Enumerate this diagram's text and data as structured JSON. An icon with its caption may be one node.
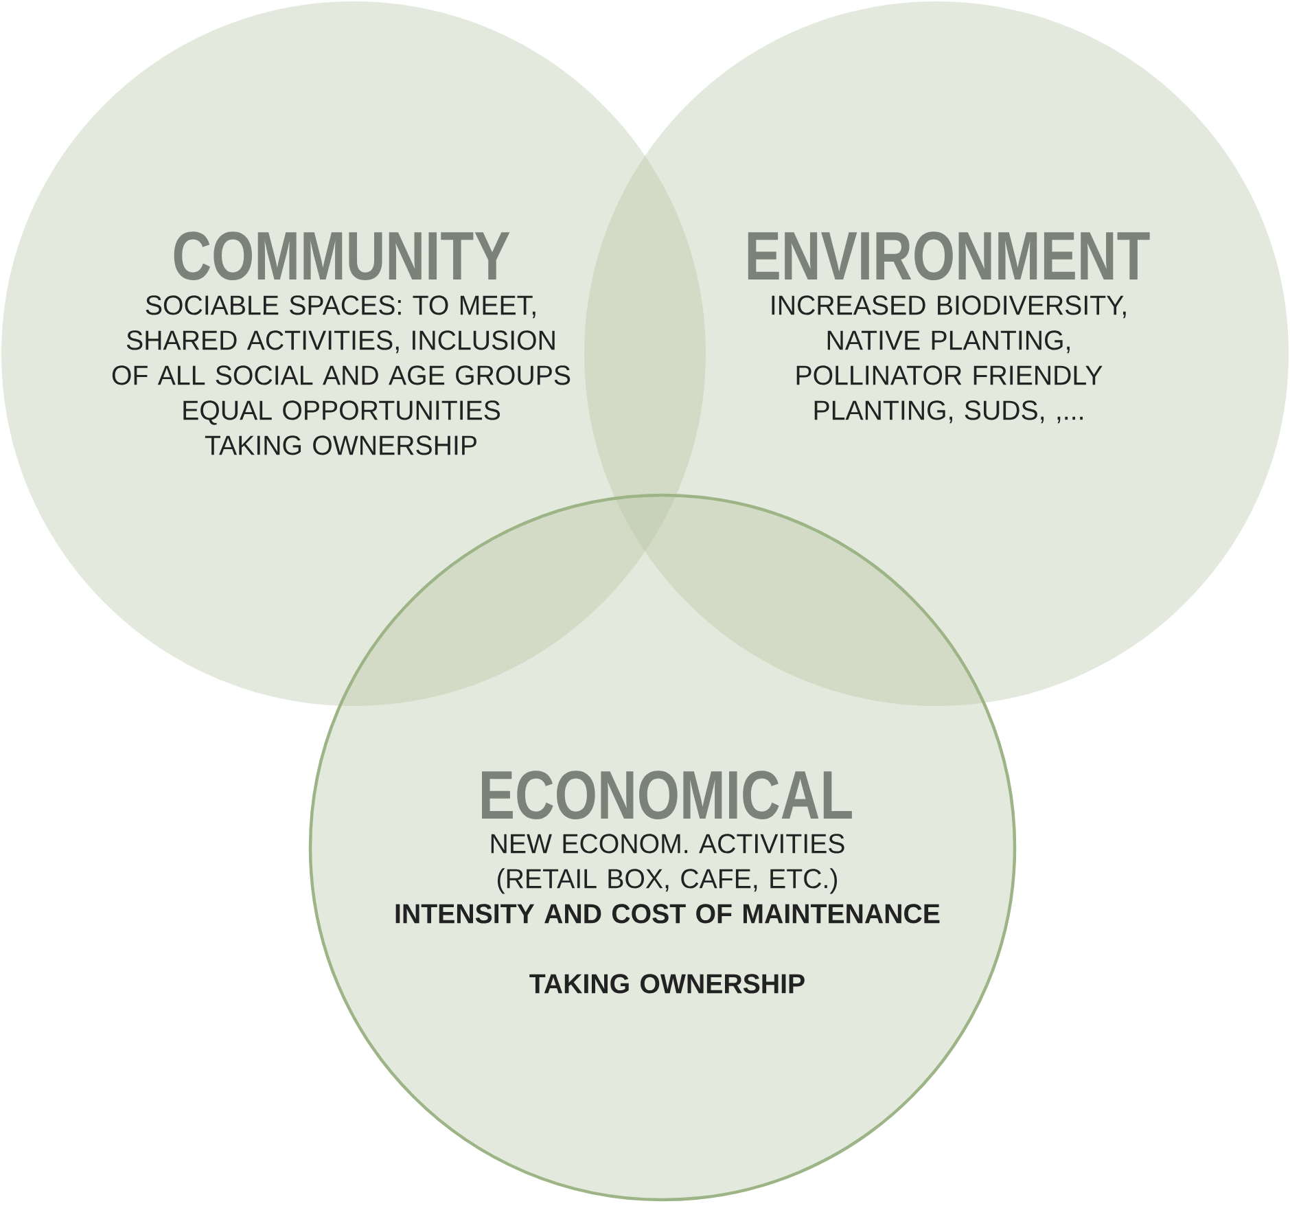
{
  "diagram": {
    "nodes": [
      {
        "text": [
          "COMMUNITY",
          "SOCIABLE SPACES:  TO MEET, SHARED ACTIVITIES, INCLUSION OF ALL SOCIAL AND AGE GROUPS",
          "EQUAL OPPORTUNITIES",
          "TAKING OWNERSHIP"
        ]
      },
      {
        "text": [
          "ENVIRONMENT",
          "INCREASED BIODIVERSITY, NATIVE PLANTING,",
          "POLLINATOR FRIENDLY PLANTING, SUDS, ,..."
        ]
      },
      {
        "text": [
          "ECONOMICAL",
          "NEW ECONOM. ACTIVITIES (RETAIL BOX, CAFE, ETC.)",
          "INTENSITY AND COST OF MAINTENANCE",
          "TAKING OWNERSHIP"
        ]
      }
    ],
    "edges": []
  }
}
